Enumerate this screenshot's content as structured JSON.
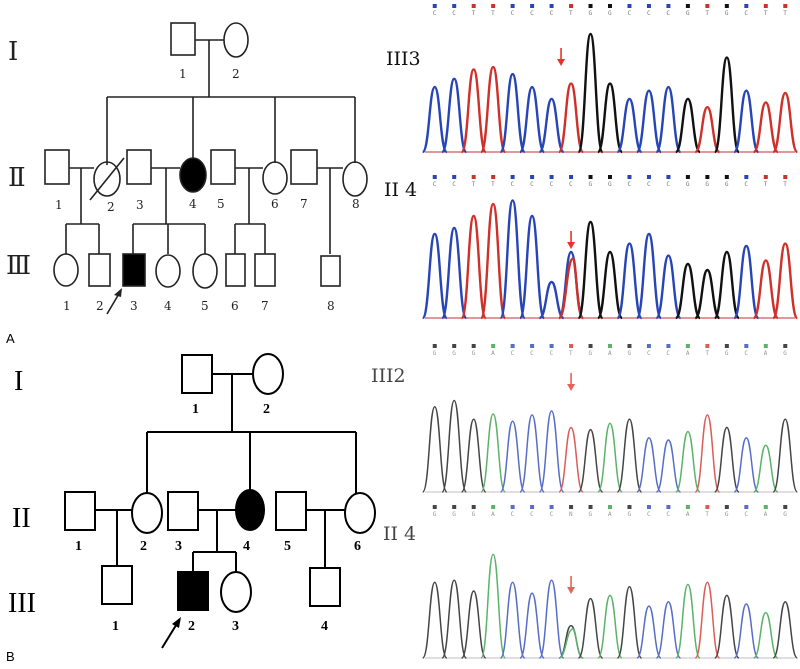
{
  "panels": [
    {
      "id": "A",
      "label": "A"
    },
    {
      "id": "B",
      "label": "B"
    }
  ],
  "pedigree_a": {
    "generations": [
      "Ⅰ",
      "Ⅱ",
      "Ⅲ"
    ],
    "gen1": [
      "1",
      "2"
    ],
    "gen2": [
      "1",
      "2",
      "3",
      "4",
      "5",
      "6",
      "7",
      "8"
    ],
    "gen3": [
      "1",
      "2",
      "3",
      "4",
      "5",
      "6",
      "7",
      "8"
    ]
  },
  "pedigree_b": {
    "generations": [
      "I",
      "II",
      "III"
    ],
    "gen1": [
      "1",
      "2"
    ],
    "gen2": [
      "1",
      "2",
      "3",
      "4",
      "5",
      "6"
    ],
    "gen3": [
      "1",
      "2",
      "3",
      "4"
    ]
  },
  "chromatograms": [
    {
      "label": "III3",
      "sequence": "CCTTCCCTGGCCCGTGCTT"
    },
    {
      "label": "II 4",
      "sequence": "CCTTCCCCGGCCCGGGCTT"
    },
    {
      "label": "III2",
      "sequence": "GGGACCCTGAGCCATGCAG"
    },
    {
      "label": "II 4",
      "sequence": "GGGACCCNGAGCCATGCAG"
    }
  ],
  "colors": {
    "mutation_arrow": "#e8322a",
    "affected_fill": "#000000",
    "base_A": "#2e9e40",
    "base_C": "#2845b8",
    "base_G": "#111111",
    "base_T": "#d0302a"
  }
}
